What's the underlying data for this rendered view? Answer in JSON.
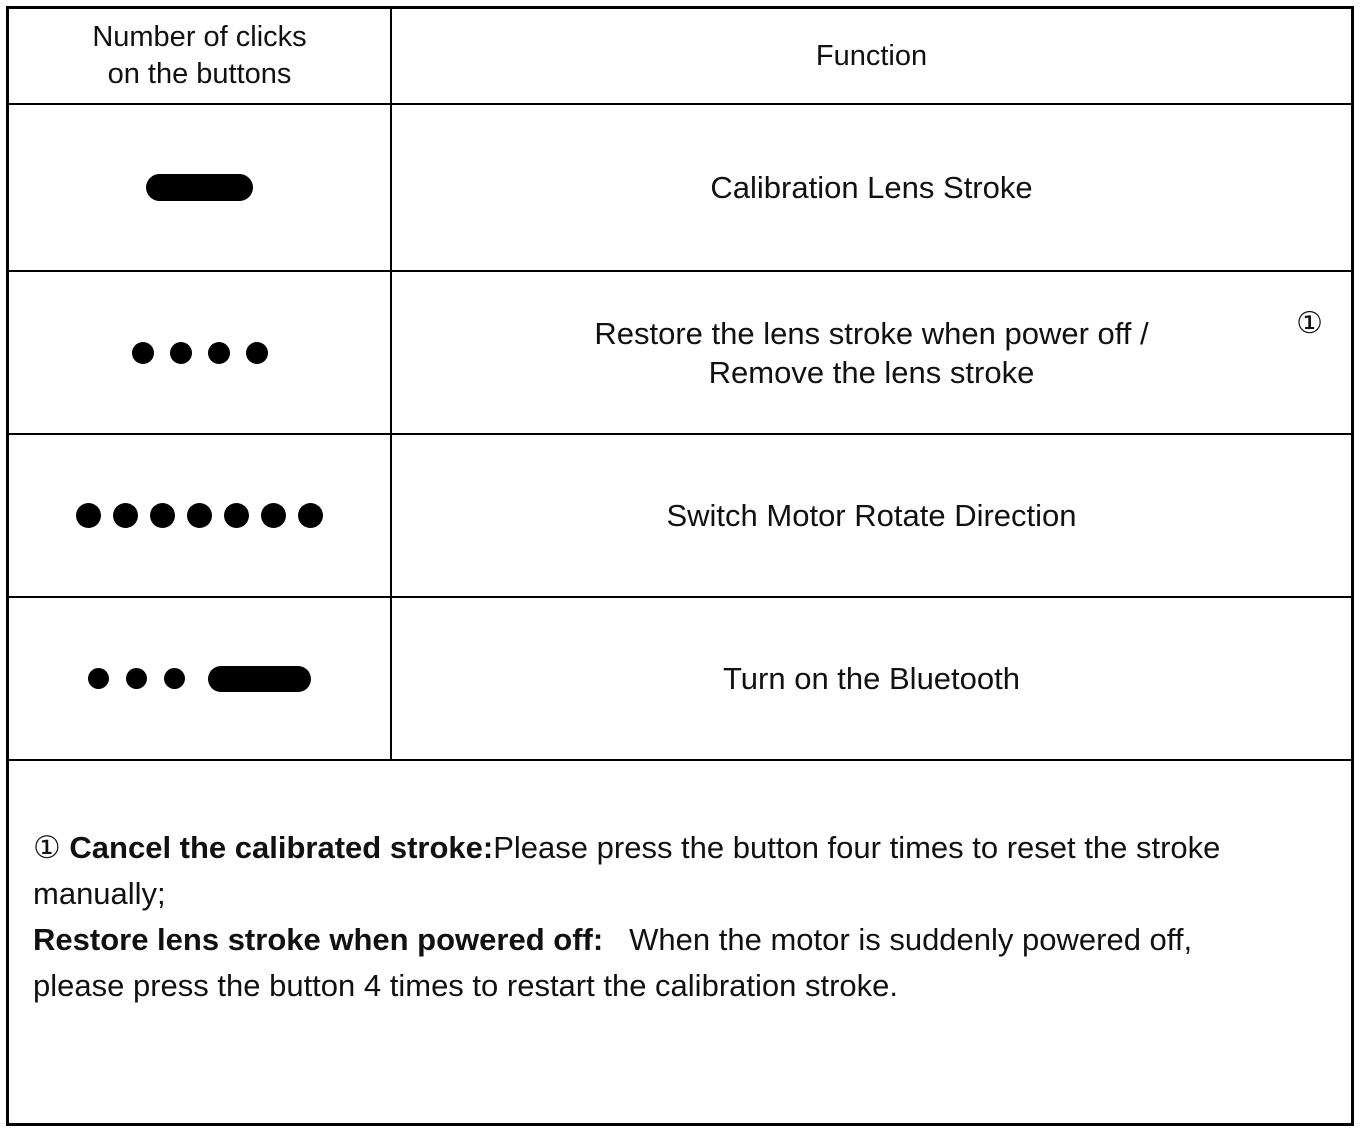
{
  "table": {
    "headers": {
      "clicks_line1": "Number of clicks",
      "clicks_line2": "on the buttons",
      "function": "Function"
    },
    "rows": [
      {
        "symbol": {
          "type": "pill"
        },
        "function_lines": [
          "Calibration Lens Stroke"
        ]
      },
      {
        "symbol": {
          "type": "dots",
          "count": 4
        },
        "function_lines": [
          "Restore the lens stroke when power off /",
          "Remove the lens stroke"
        ],
        "note_marker": "①"
      },
      {
        "symbol": {
          "type": "dots",
          "count": 7
        },
        "function_lines": [
          "Switch Motor Rotate Direction"
        ]
      },
      {
        "symbol": {
          "type": "dots-pill",
          "count": 3
        },
        "function_lines": [
          "Turn on the Bluetooth"
        ]
      }
    ]
  },
  "footnote": {
    "marker": "① ",
    "heading1": "Cancel the calibrated stroke:",
    "body1": "Please press the button four times to reset the stroke manually;",
    "heading2": "Restore lens stroke when powered off:",
    "body2": "When the motor is suddenly powered off, please press the button 4 times to restart the calibration stroke."
  }
}
